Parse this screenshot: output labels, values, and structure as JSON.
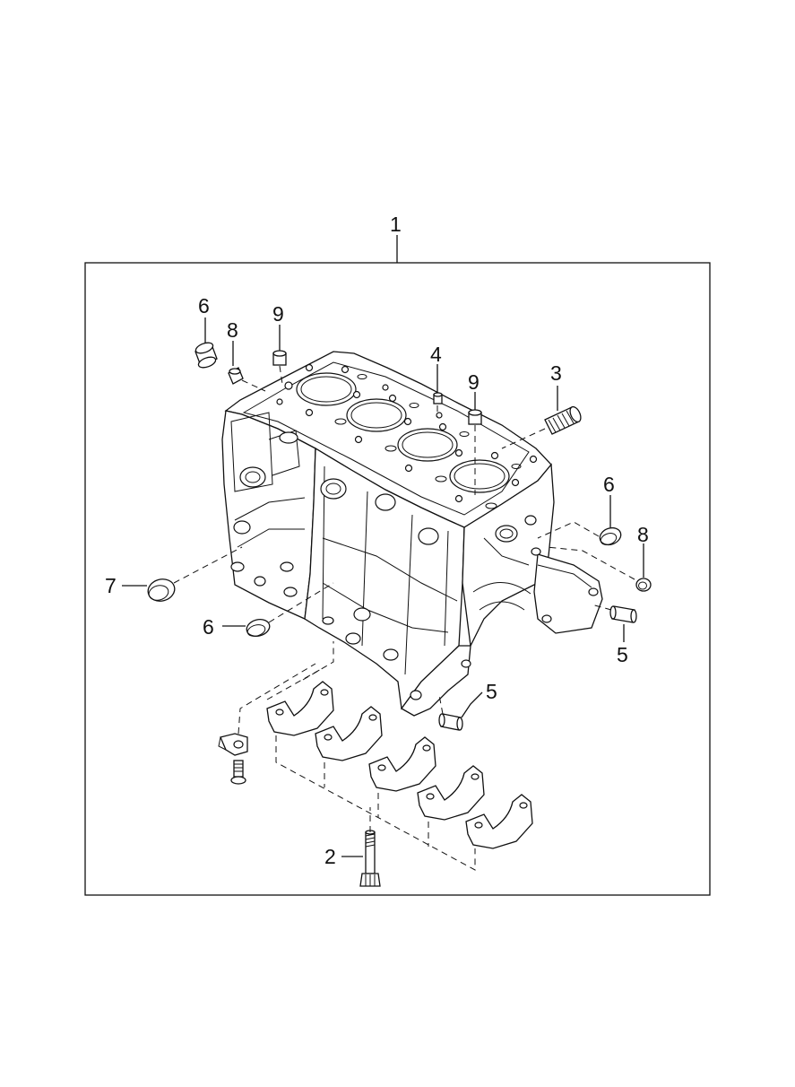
{
  "callouts": {
    "c1": "1",
    "c2": "2",
    "c3": "3",
    "c4": "4",
    "c5a": "5",
    "c5b": "5",
    "c6a": "6",
    "c6b": "6",
    "c6c": "6",
    "c7": "7",
    "c8a": "8",
    "c8b": "8",
    "c9a": "9",
    "c9b": "9"
  }
}
